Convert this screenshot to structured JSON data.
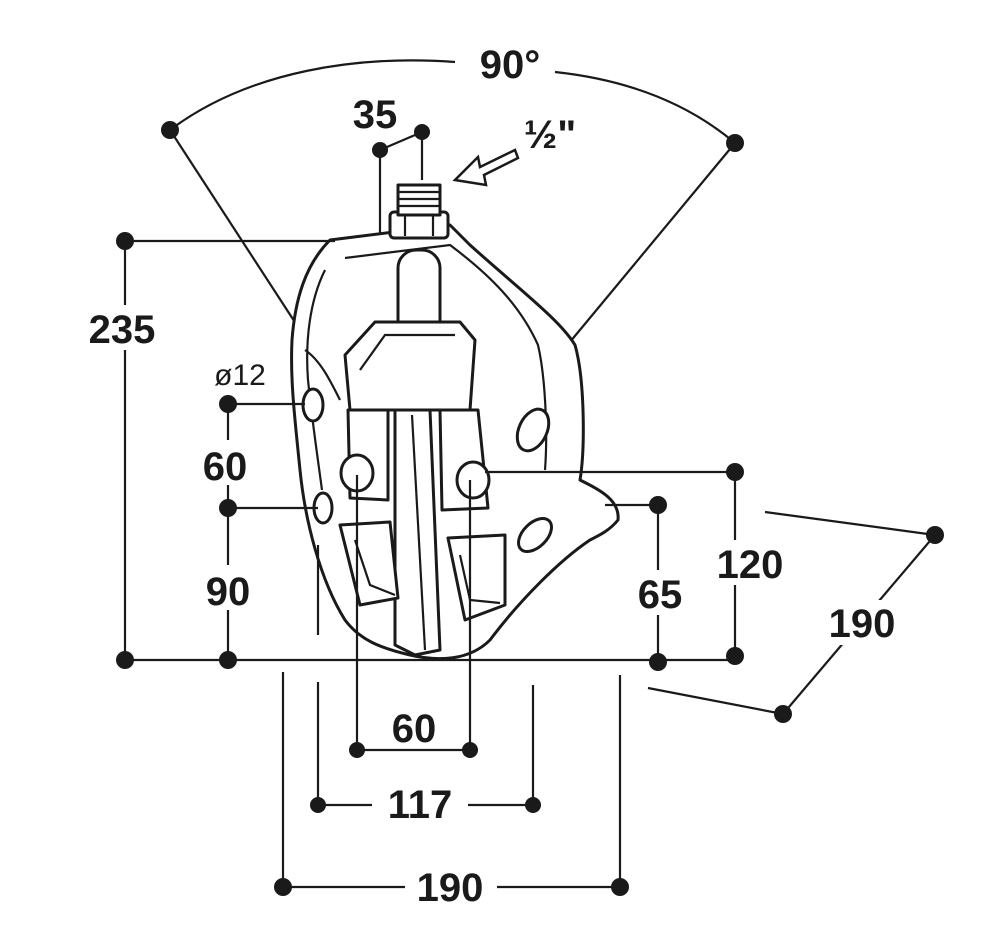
{
  "dimensions": {
    "angle": "90°",
    "thread_width": "35",
    "thread_size": "½\"",
    "overall_height": "235",
    "hole_diameter": "ø12",
    "hole_spacing_vertical": "60",
    "lower_hole_height": "90",
    "mount_height": "120",
    "side_hole_height": "65",
    "depth": "190",
    "inner_hole_spacing": "60",
    "slot_spacing": "117",
    "overall_width": "190"
  },
  "colors": {
    "line": "#1a1a1a",
    "background": "#ffffff"
  }
}
